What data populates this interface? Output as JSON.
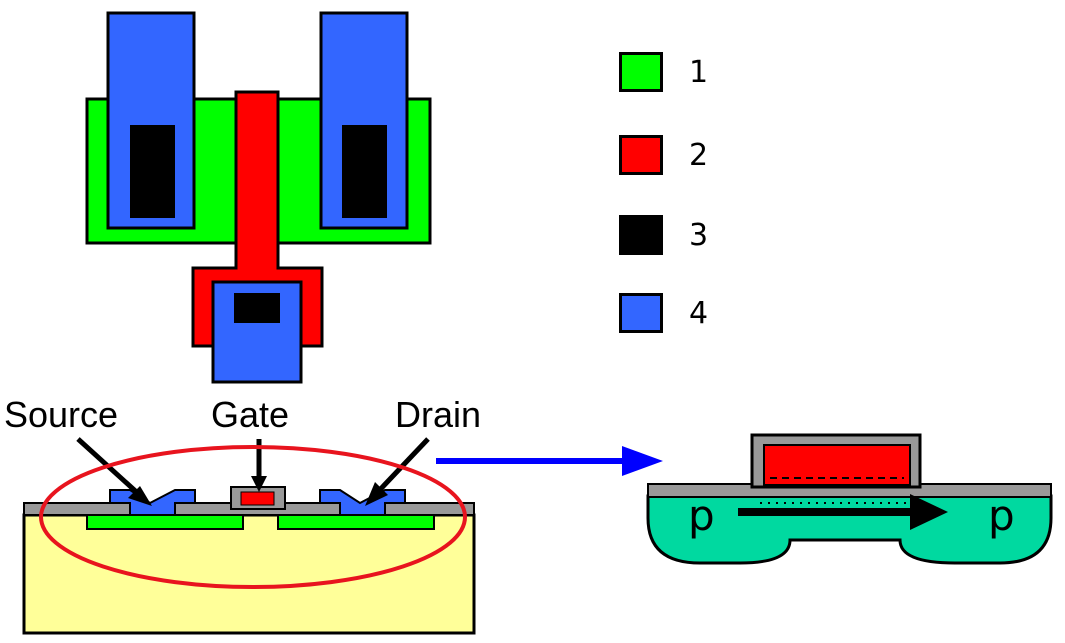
{
  "legend": {
    "items": [
      {
        "label": "1",
        "color": "#00ff00"
      },
      {
        "label": "2",
        "color": "#ff0000"
      },
      {
        "label": "3",
        "color": "#000000"
      },
      {
        "label": "4",
        "color": "#3366ff"
      }
    ]
  },
  "cross_section": {
    "source_label": "Source",
    "gate_label": "Gate",
    "drain_label": "Drain"
  },
  "channel_detail": {
    "left_region_label": "p",
    "right_region_label": "p"
  },
  "colors": {
    "diffusion": "#00ff00",
    "gate": "#ff0000",
    "contact": "#000000",
    "metal": "#3366ff",
    "oxide": "#999999",
    "substrate": "#ffff99",
    "highlight_ellipse": "#e8141e",
    "arrow": "#0000ff",
    "channel": "#00d9a0"
  }
}
